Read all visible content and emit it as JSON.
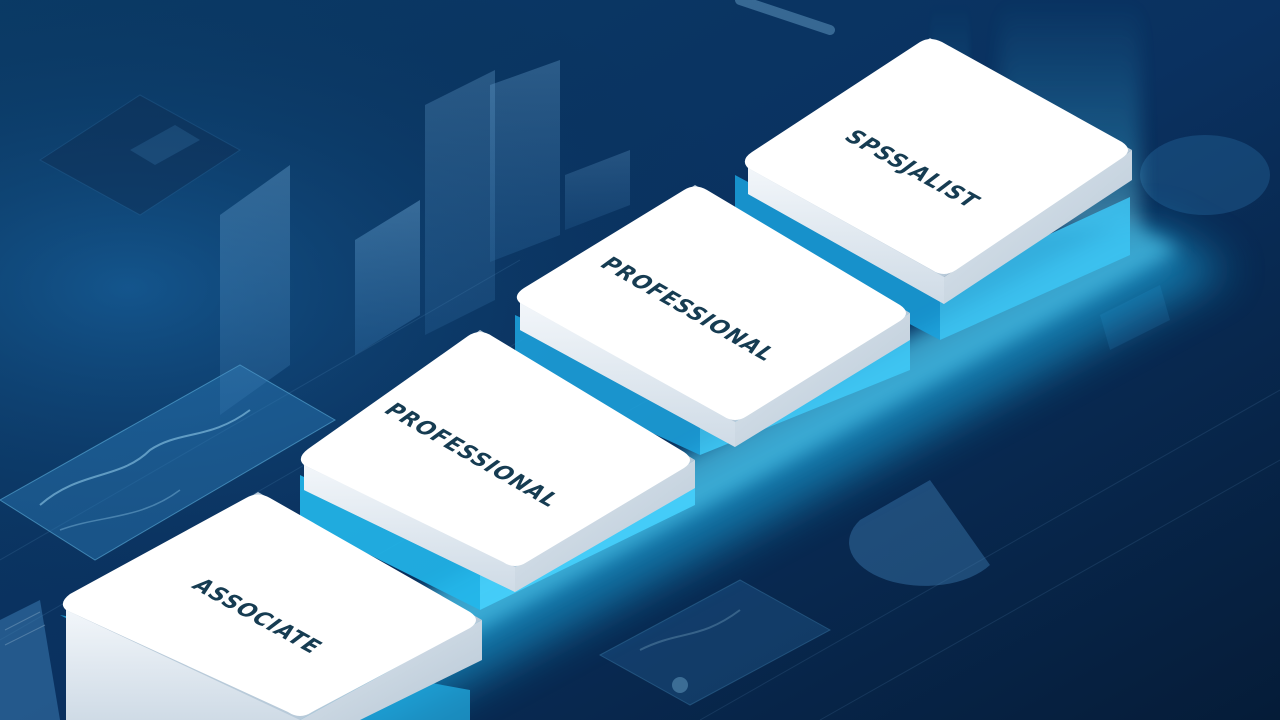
{
  "scene": {
    "description_colors": {
      "background_dark": "#062447",
      "background_mid": "#0d4476",
      "glow_cyan": "#27c8f5",
      "tile_white": "#ffffff",
      "label_text": "#163c52"
    }
  },
  "steps": [
    {
      "label": "ASSOCIATE"
    },
    {
      "label": "PROFESSIONAL"
    },
    {
      "label": "PROFESSIONAL"
    },
    {
      "label": "SPSSJALIST"
    }
  ]
}
